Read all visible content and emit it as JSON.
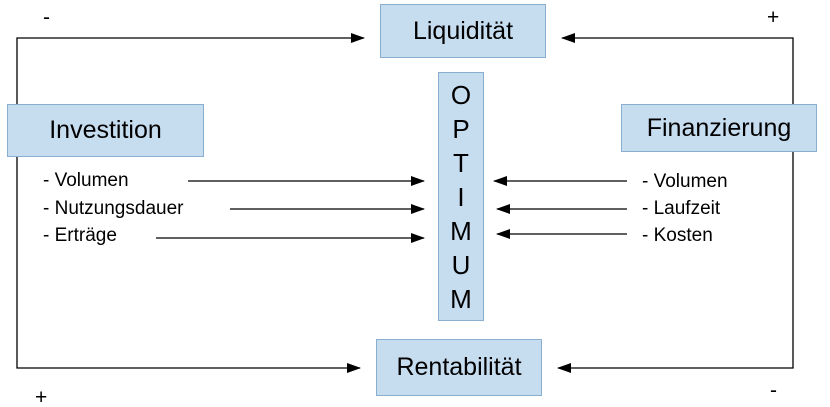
{
  "nodes": {
    "top": "Liquidität",
    "bottom": "Rentabilität",
    "left": "Investition",
    "right": "Finanzierung"
  },
  "optimum_letters": [
    "O",
    "P",
    "T",
    "I",
    "M",
    "U",
    "M"
  ],
  "left_items": [
    "- Volumen",
    "- Nutzungsdauer",
    "- Erträge"
  ],
  "right_items": [
    "- Volumen",
    "- Laufzeit",
    "- Kosten"
  ],
  "signs": {
    "top_left": "-",
    "top_right": "+",
    "bottom_left": "+",
    "bottom_right": "-"
  },
  "colors": {
    "box_fill": "#c6dcef",
    "box_border": "#8aaecf",
    "line": "#000000"
  }
}
